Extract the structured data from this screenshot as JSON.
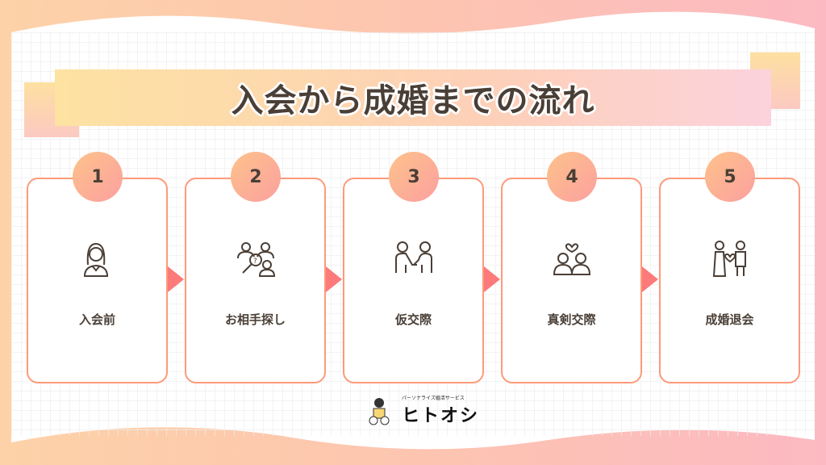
{
  "title": "入会から成婚までの流れ",
  "steps": [
    {
      "number": "1",
      "label": "入会前",
      "icon": "woman-icon"
    },
    {
      "number": "2",
      "label": "お相手探し",
      "icon": "search-people-icon"
    },
    {
      "number": "3",
      "label": "仮交際",
      "icon": "handshake-icon"
    },
    {
      "number": "4",
      "label": "真剣交際",
      "icon": "couple-heart-icon"
    },
    {
      "number": "5",
      "label": "成婚退会",
      "icon": "wedding-couple-icon"
    }
  ],
  "logo": {
    "tagline": "パーソナライズ婚活サービス",
    "name": "ヒトオシ"
  },
  "colors": {
    "accent": "#fc7a7a",
    "text": "#4a3f36"
  }
}
